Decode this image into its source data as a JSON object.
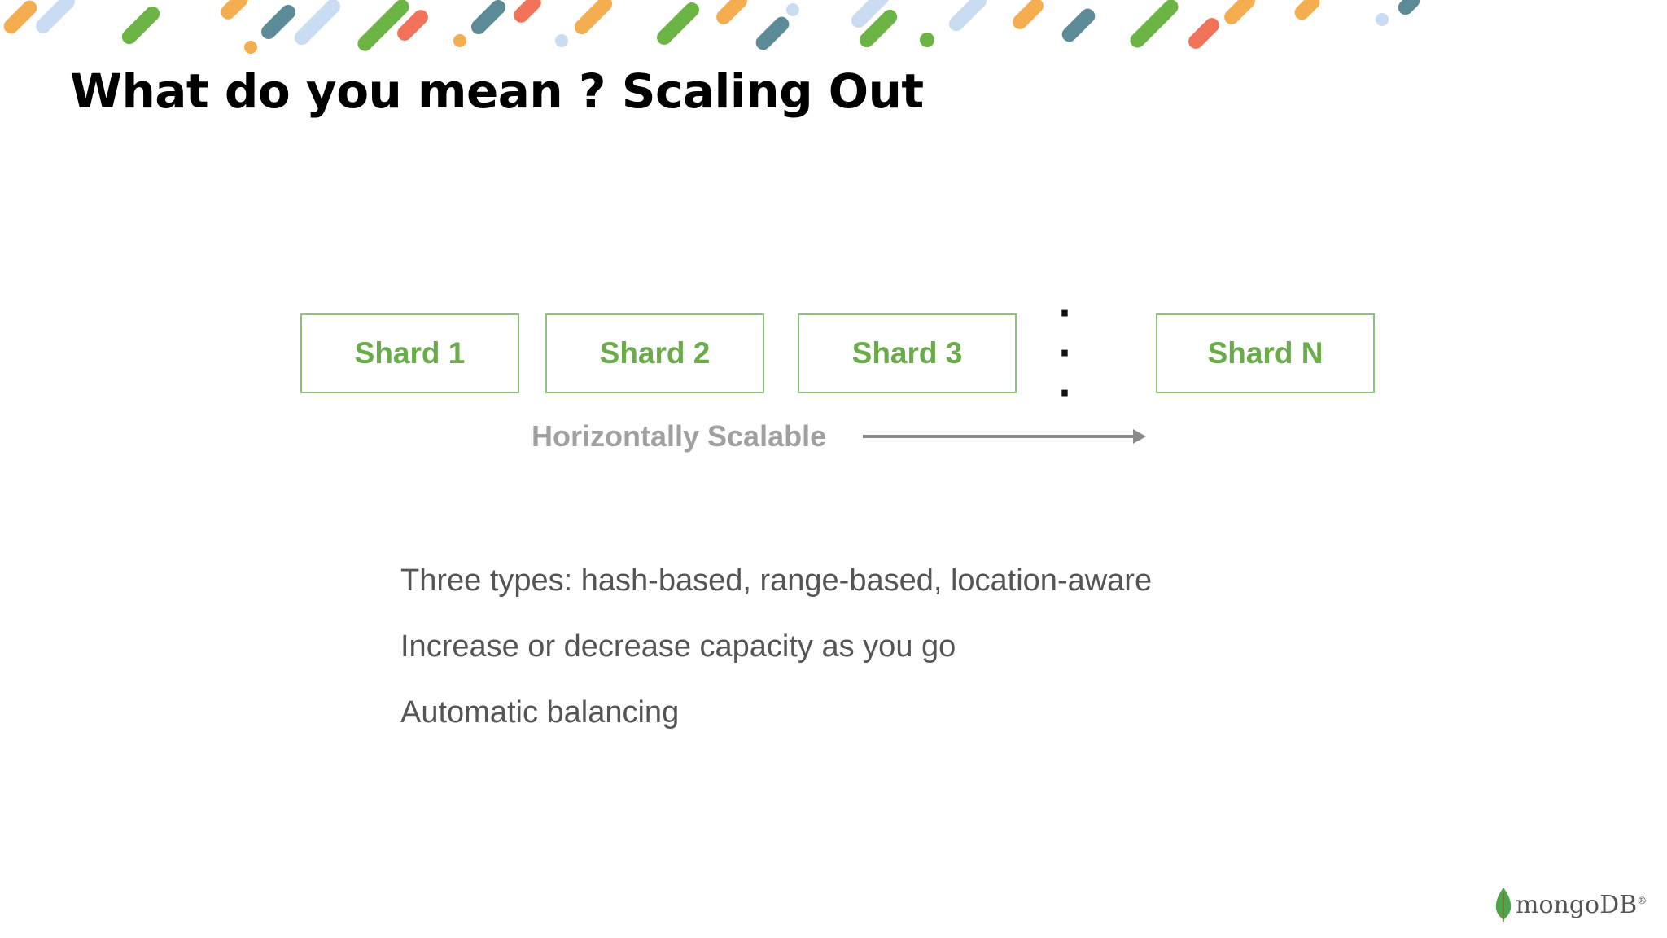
{
  "slide": {
    "title": "What do you mean ? Scaling Out",
    "shards": [
      "Shard 1",
      "Shard 2",
      "Shard 3",
      "Shard N"
    ],
    "ellipsis": "· · ·",
    "scale_label": "Horizontally Scalable",
    "bullets": [
      "Three types: hash-based, range-based, location-aware",
      "Increase or decrease capacity as you go",
      "Automatic balancing"
    ],
    "logo": {
      "text": "mongoDB",
      "mark": "®",
      "icon": "leaf-icon"
    }
  },
  "colors": {
    "shard_border": "#8cc47b",
    "shard_text": "#6aac4a",
    "banner": [
      "#f4ae4f",
      "#6cb544",
      "#5d8a97",
      "#f0735a",
      "#c9dcf2"
    ]
  }
}
